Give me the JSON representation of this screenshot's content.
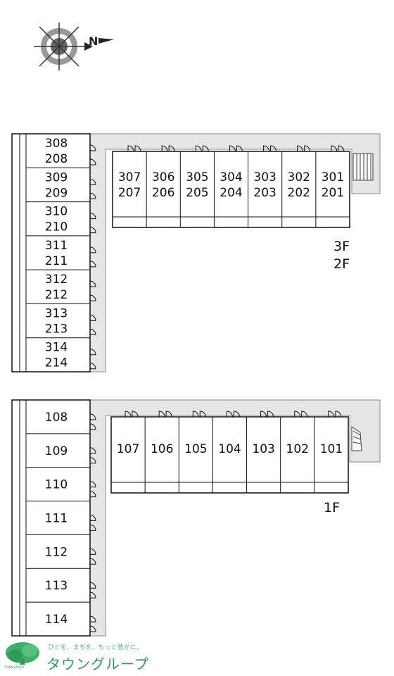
{
  "compass": {
    "label": "N",
    "icon": "compass-rose-icon"
  },
  "upper_floors": {
    "floor_labels": [
      "3F",
      "2F"
    ],
    "left_wing_units": [
      {
        "top": "308",
        "bottom": "208"
      },
      {
        "top": "309",
        "bottom": "209"
      },
      {
        "top": "310",
        "bottom": "210"
      },
      {
        "top": "311",
        "bottom": "211"
      },
      {
        "top": "312",
        "bottom": "212"
      },
      {
        "top": "313",
        "bottom": "213"
      },
      {
        "top": "314",
        "bottom": "214"
      }
    ],
    "top_wing_units": [
      {
        "top": "307",
        "bottom": "207"
      },
      {
        "top": "306",
        "bottom": "206"
      },
      {
        "top": "305",
        "bottom": "205"
      },
      {
        "top": "304",
        "bottom": "204"
      },
      {
        "top": "303",
        "bottom": "203"
      },
      {
        "top": "302",
        "bottom": "202"
      },
      {
        "top": "301",
        "bottom": "201"
      }
    ]
  },
  "ground_floor": {
    "floor_label": "1F",
    "left_wing_units": [
      "108",
      "109",
      "110",
      "111",
      "112",
      "113",
      "114"
    ],
    "top_wing_units": [
      "107",
      "106",
      "105",
      "104",
      "103",
      "102",
      "101"
    ]
  },
  "brand": {
    "tagline": "ひとを、まちを、もっと豊かに。",
    "name": "タウングループ",
    "logo_caption": "TOWN GROUP",
    "color": "#2e9a5c"
  }
}
